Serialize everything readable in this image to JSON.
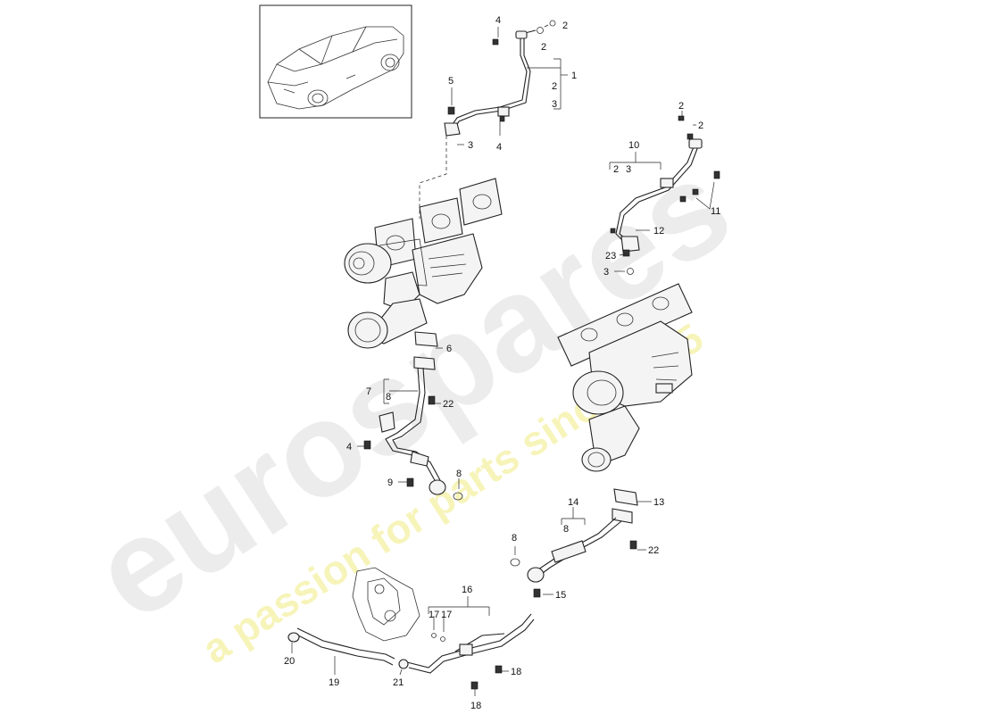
{
  "watermark": {
    "brand": "eurospares",
    "tagline": "a passion for parts since 1985",
    "brand_color": "#d8d8d8",
    "tagline_color": "#f3ef9a"
  },
  "thumbnail": {
    "icon": "car-icon"
  },
  "callouts": {
    "n1": "1",
    "n2": "2",
    "n3": "3",
    "n4": "4",
    "n5": "5",
    "n6": "6",
    "n7": "7",
    "n8": "8",
    "n9": "9",
    "n10": "10",
    "n11": "11",
    "n12": "12",
    "n13": "13",
    "n14": "14",
    "n15": "15",
    "n16": "16",
    "n17": "17",
    "n18": "18",
    "n19": "19",
    "n20": "20",
    "n21": "21",
    "n22": "22",
    "n23": "23"
  }
}
